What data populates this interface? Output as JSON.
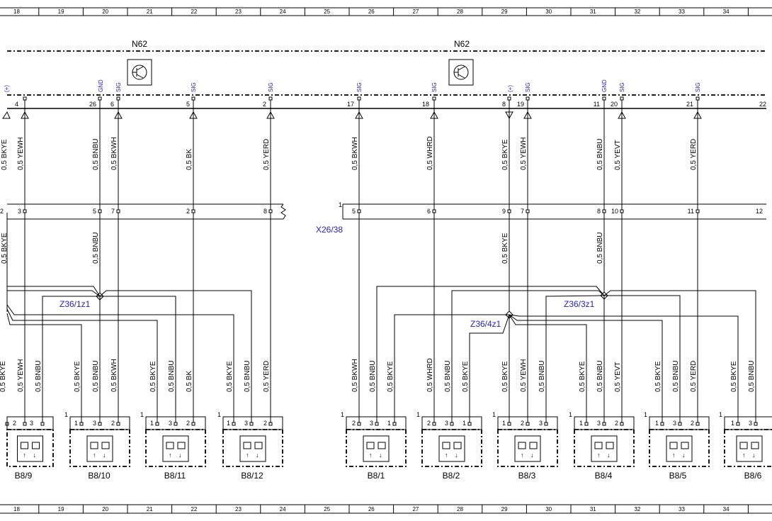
{
  "ruler": {
    "columns": [
      "18",
      "19",
      "20",
      "21",
      "22",
      "23",
      "24",
      "25",
      "26",
      "27",
      "28",
      "29",
      "30",
      "31",
      "32",
      "33",
      "34"
    ]
  },
  "modules": [
    {
      "label": "N62"
    },
    {
      "label": "N62"
    }
  ],
  "top_pins": [
    {
      "num": "4",
      "sig": "(+)"
    },
    {
      "num": "26",
      "sig": "GND"
    },
    {
      "num": "6",
      "sig": "SIG"
    },
    {
      "num": "5",
      "sig": "SIG"
    },
    {
      "num": "2",
      "sig": "SIG"
    },
    {
      "num": "17",
      "sig": "SIG"
    },
    {
      "num": "18",
      "sig": "SIG"
    },
    {
      "num": "8",
      "sig": "(+)"
    },
    {
      "num": "19",
      "sig": "SIG"
    },
    {
      "num": "11",
      "sig": "GND"
    },
    {
      "num": "20",
      "sig": "SIG"
    },
    {
      "num": "21",
      "sig": "SIG"
    },
    {
      "num": "22",
      "sig": ""
    }
  ],
  "upper_wires": [
    "0,5 BKYE",
    "0,5 YEWH",
    "0,5 BNBU",
    "0,5 BKWH",
    "0,5 BK",
    "0,5 YERD",
    "0,5 BKWH",
    "0,5 WHRD",
    "0,5 BKYE",
    "0,5 YEWH",
    "0,5 BNBU",
    "0,5 YEVT",
    "0,5 YERD"
  ],
  "connector_pins": [
    "2",
    "3",
    "5",
    "7",
    "2",
    "8",
    "1",
    "5",
    "6",
    "9",
    "7",
    "8",
    "10",
    "11",
    "12"
  ],
  "connector_label": "X26/38",
  "mid_wires": [
    "0,5 BKYE",
    "0,5 BNBU",
    "0,5 BKYE",
    "0,5 BNBU"
  ],
  "splices": [
    {
      "label": "Z36/1z1"
    },
    {
      "label": "Z36/4z1"
    },
    {
      "label": "Z36/3z1"
    }
  ],
  "lower_wires": [
    "0,5 BKYE",
    "0,5 YEWH",
    "0,5 BNBU",
    "0,5 BKYE",
    "0,5 BNBU",
    "0,5 BKWH",
    "0,5 BKYE",
    "0,5 BNBU",
    "0,5 BK",
    "0,5 BKYE",
    "0,5 BNBU",
    "0,5 YERD",
    "0,5 BKWH",
    "0,5 BNBU",
    "0,5 BKYE",
    "0,5 WHRD",
    "0,5 BNBU",
    "0,5 BKYE",
    "0,5 BKYE",
    "0,5 YEWH",
    "0,5 BNBU",
    "0,5 BKYE",
    "0,5 BNBU",
    "0,5 YEVT",
    "0,5 BKYE",
    "0,5 BNBU",
    "0,5 YERD",
    "0,5 BKYE",
    "0,5 BNBU"
  ],
  "sensors": [
    {
      "label": "B8/9",
      "pins": [
        "2",
        "3"
      ],
      "pin1": ""
    },
    {
      "label": "B8/10",
      "pins": [
        "1",
        "3",
        "2"
      ],
      "pin1": "1"
    },
    {
      "label": "B8/11",
      "pins": [
        "1",
        "3",
        "2"
      ],
      "pin1": "1"
    },
    {
      "label": "B8/12",
      "pins": [
        "1",
        "3",
        "2"
      ],
      "pin1": "1"
    },
    {
      "label": "B8/1",
      "pins": [
        "2",
        "3",
        "1"
      ],
      "pin1": "1"
    },
    {
      "label": "B8/2",
      "pins": [
        "2",
        "3",
        "1"
      ],
      "pin1": "1"
    },
    {
      "label": "B8/3",
      "pins": [
        "1",
        "2",
        "3"
      ],
      "pin1": "1"
    },
    {
      "label": "B8/4",
      "pins": [
        "1",
        "3",
        "2"
      ],
      "pin1": "1"
    },
    {
      "label": "B8/5",
      "pins": [
        "1",
        "3",
        "2"
      ],
      "pin1": "1"
    },
    {
      "label": "B8/6",
      "pins": [
        "1",
        "3"
      ],
      "pin1": "1"
    }
  ]
}
